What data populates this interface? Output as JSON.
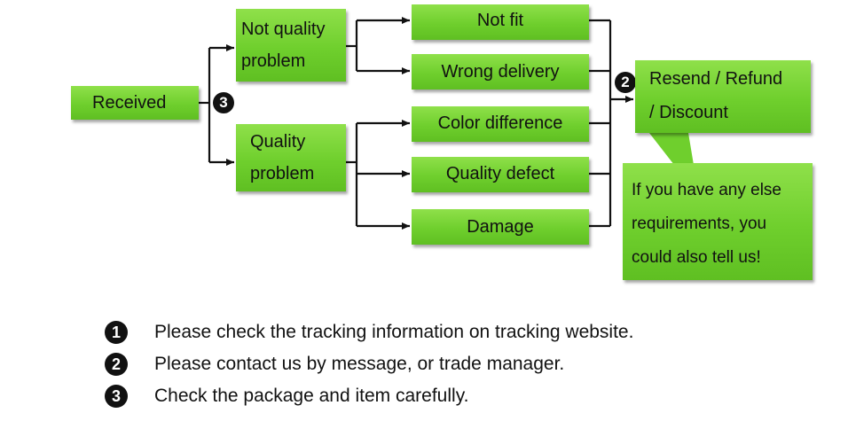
{
  "nodes": {
    "received": "Received",
    "not_quality_problem": [
      "Not quality",
      "problem"
    ],
    "quality_problem": [
      "Quality",
      "problem"
    ],
    "not_fit": "Not fit",
    "wrong_delivery": "Wrong delivery",
    "color_difference": "Color difference",
    "quality_defect": "Quality defect",
    "damage": "Damage",
    "resolution": [
      "Resend / Refund",
      "/ Discount"
    ],
    "note": [
      "If you have any else",
      "requirements, you",
      "could also tell us!"
    ]
  },
  "step_marks": {
    "received_mark": "3",
    "resolution_mark": "2"
  },
  "legend": [
    {
      "mark": "1",
      "text": "Please check the tracking information on tracking website."
    },
    {
      "mark": "2",
      "text": "Please contact us by message, or trade manager."
    },
    {
      "mark": "3",
      "text": "Check the package and item carefully."
    }
  ],
  "colors": {
    "box_fill": "#6fcf2d",
    "connector": "#111111"
  }
}
